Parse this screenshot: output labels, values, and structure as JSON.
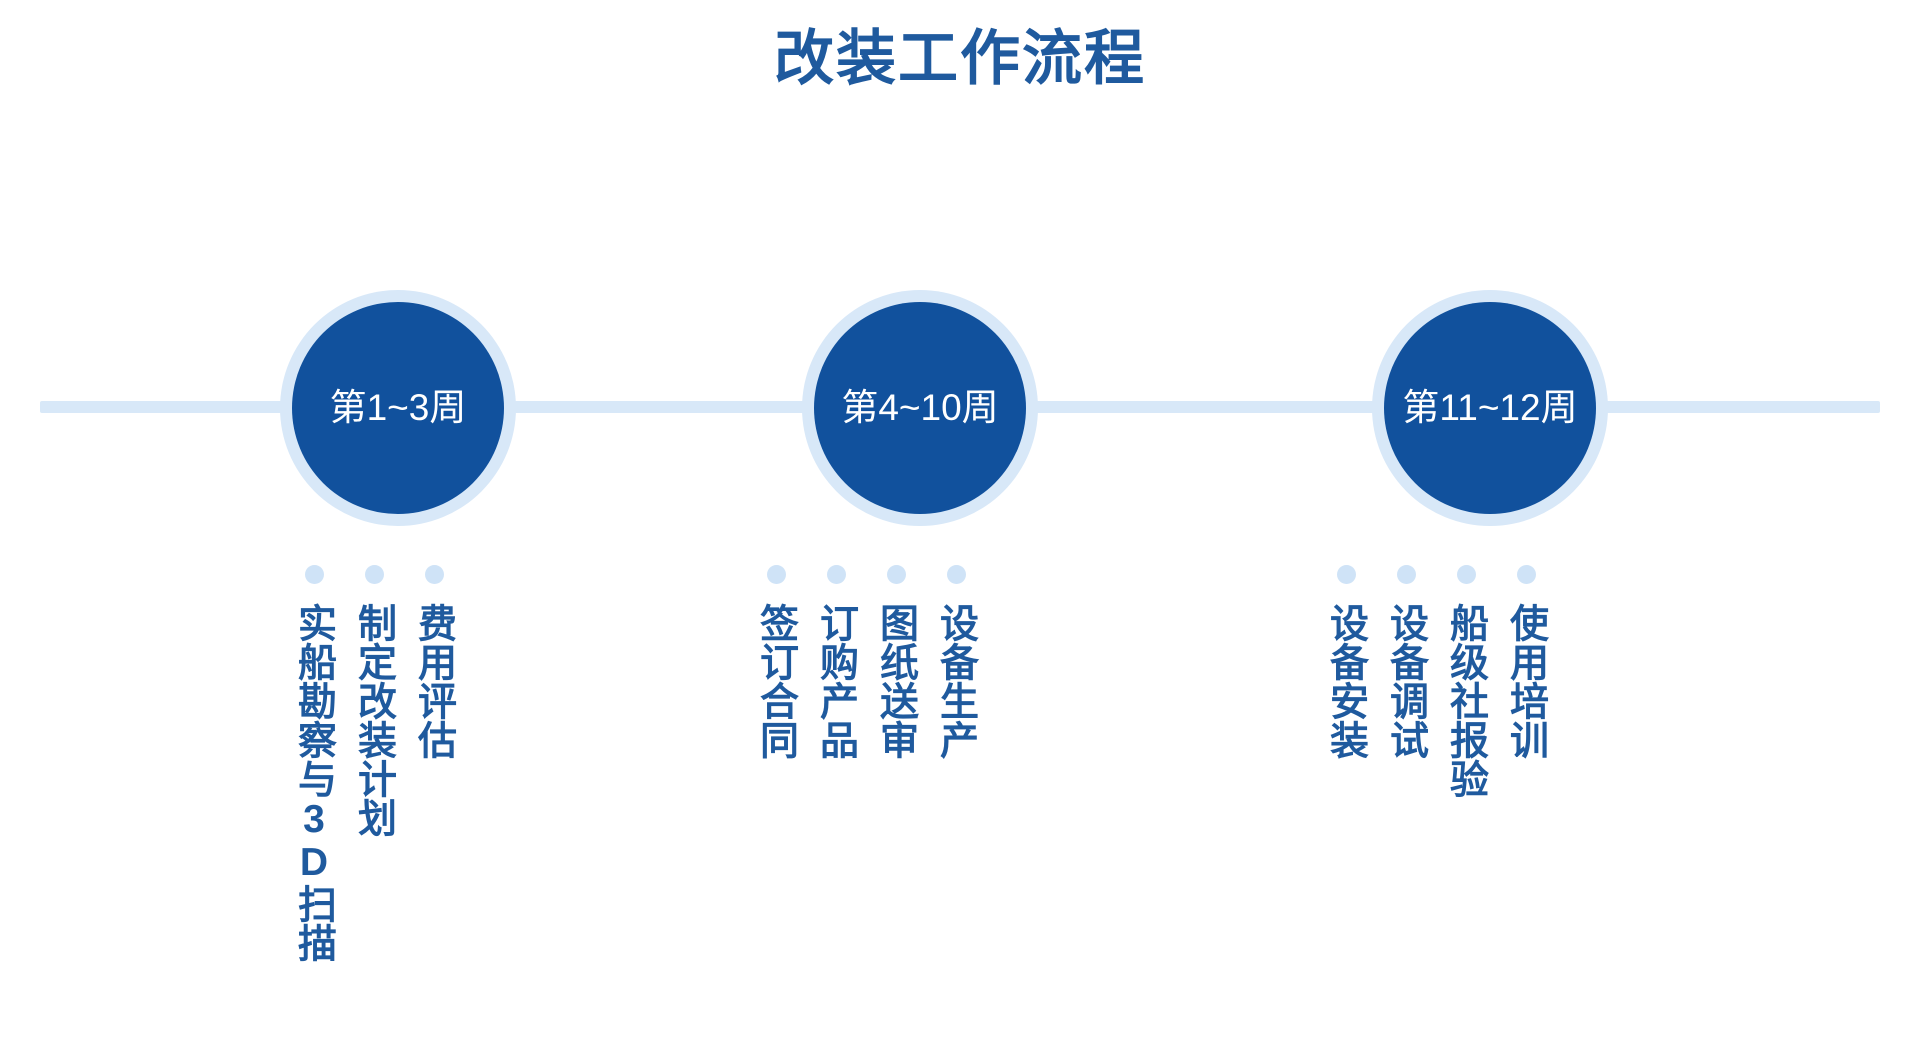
{
  "title": "改装工作流程",
  "colors": {
    "title_blue": "#1f5a9e",
    "milestone_fill": "#11519d",
    "milestone_ring": "#d8e8f8",
    "axis_line": "#d8e8f8",
    "dot": "#cfe3f7",
    "task_text": "#1f5a9e",
    "background": "#ffffff"
  },
  "timeline": {
    "milestones": [
      {
        "label": "第1~3周",
        "tasks": [
          "费用评估",
          "制定改装计划",
          "实船勘察与3D扫描"
        ]
      },
      {
        "label": "第4~10周",
        "tasks": [
          "设备生产",
          "图纸送审",
          "订购产品",
          "签订合同"
        ]
      },
      {
        "label": "第11~12周",
        "tasks": [
          "使用培训",
          "船级社报验",
          "设备调试",
          "设备安装"
        ]
      }
    ]
  }
}
